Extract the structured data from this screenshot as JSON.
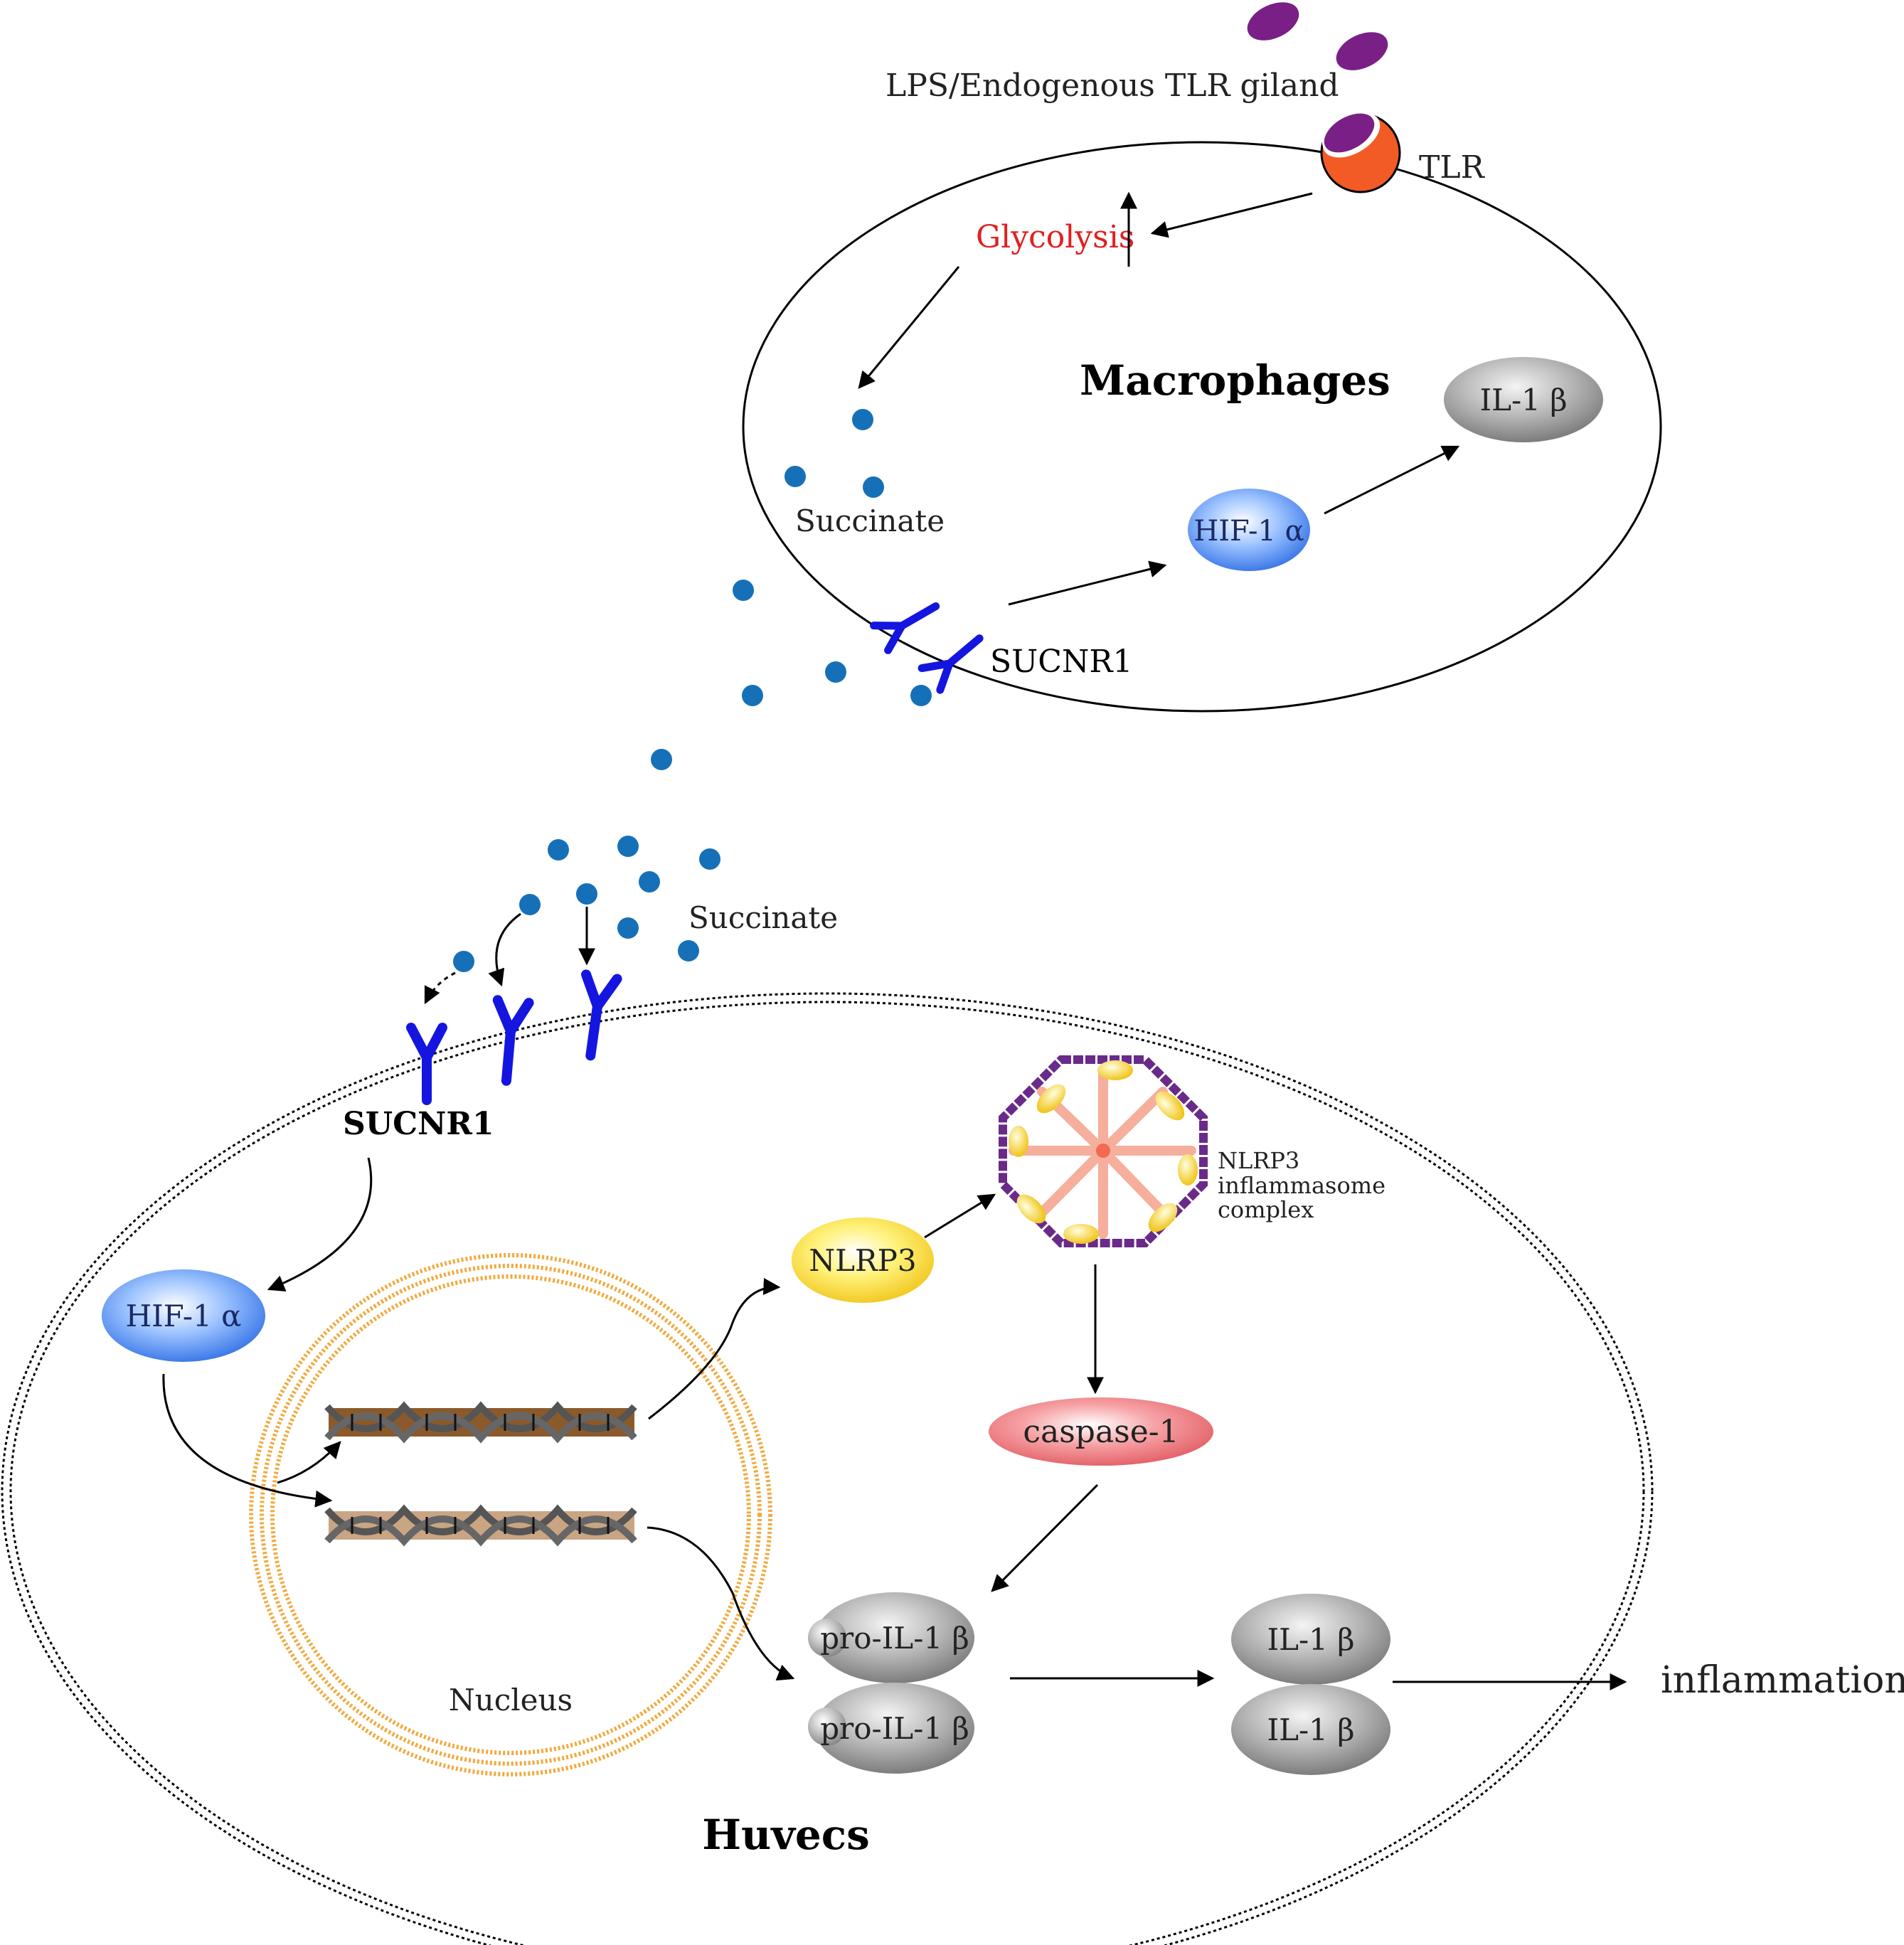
{
  "labels": {
    "lps": "LPS/Endogenous TLR giland",
    "tlr": "TLR",
    "glycolysis": "Glycolysis",
    "macrophages": "Macrophages",
    "il1b_macro": "IL-1 β",
    "succinate_macro": "Succinate",
    "hif_macro": "HIF-1 α",
    "sucnr1_macro": "SUCNR1",
    "succinate_out": "Succinate",
    "sucnr1_huvec": "SUCNR1",
    "hif_huvec": "HIF-1 α",
    "nlrp3": "NLRP3",
    "complex_line1": "NLRP3",
    "complex_line2": "inflammasome",
    "complex_line3": "complex",
    "caspase": "caspase-1",
    "pro_il1b_1": "pro-IL-1 β",
    "pro_il1b_2": "pro-IL-1 β",
    "il1b_1": "IL-1 β",
    "il1b_2": "IL-1 β",
    "inflammation": "inflammation",
    "nucleus": "Nucleus",
    "huvecs": "Huvecs"
  },
  "colors": {
    "glycolysis_text": "#e02020",
    "succinate_dot": "#1670b8",
    "receptor": "#1515e0",
    "lps_particle": "#7a1f86",
    "tlr": "#f25a26",
    "nucleus_ring": "#f2a93b",
    "dna_dark": "#8b5a2b",
    "dna_light": "#c9a584",
    "complex_frame": "#6a2a8a"
  }
}
